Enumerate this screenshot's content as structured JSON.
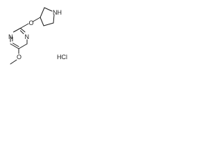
{
  "structure": {
    "atoms": {
      "pyrimidine_n_top": "N",
      "pyrimidine_n_bottom": "N",
      "ether_oxygen": "O",
      "methoxy_oxygen": "O",
      "pyrrolidine_nh": "NH"
    },
    "salt": "HCl"
  },
  "colors": {
    "bond": "#1a1a1a",
    "text": "#1a1a1a",
    "background": "#ffffff"
  }
}
